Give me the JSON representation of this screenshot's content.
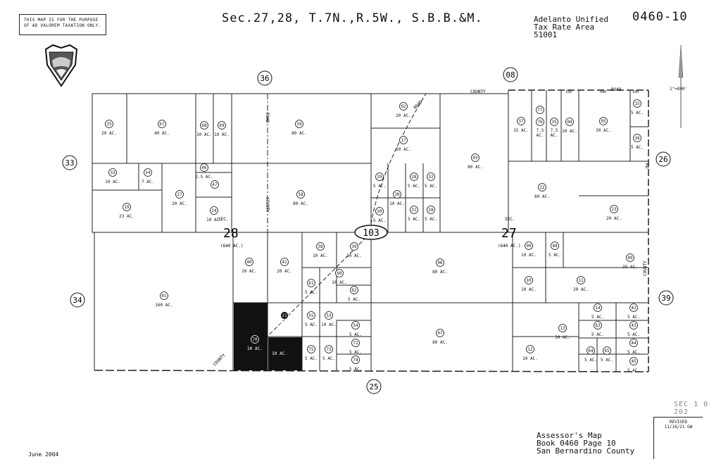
{
  "notice": "THIS MAP IS FOR THE PURPOSE OF AD VALOREM TAXATION ONLY.",
  "title": "Sec.27,28, T.7N.,R.5W., S.B.B.&M.",
  "district": {
    "line1": "Adelanto Unified",
    "line2": "Tax Rate Area",
    "line3": "51001"
  },
  "map_number": "0460-10",
  "date": "June 2004",
  "footer": {
    "line1": "Assessor's Map",
    "line2": "Book 0460 Page 10",
    "line3": "San Bernardino County"
  },
  "stamp": "SEC 1 0 202",
  "revised": {
    "label": "REVISED",
    "date": "11/16/21 GW"
  },
  "scale": "1\"=800'",
  "sections": {
    "s28": "28",
    "s27": "27",
    "sec": "SEC.",
    "acres": "(640 AC.)"
  },
  "adjacent": {
    "n36": "36",
    "n08": "08",
    "n33": "33",
    "n34": "34",
    "n26": "26",
    "n39": "39",
    "n25": "25"
  },
  "route": "103",
  "roads": {
    "county": "COUNTY",
    "road": "ROAD",
    "rd": "RD",
    "n330a": "330",
    "n330b": "330",
    "n990": "990"
  },
  "parcels": [
    {
      "no": "25",
      "acres": "20 AC."
    },
    {
      "no": "67",
      "acres": "40 AC."
    },
    {
      "no": "68",
      "acres": "10 AC."
    },
    {
      "no": "69",
      "acres": "10 AC."
    },
    {
      "no": "59",
      "acres": "80 AC."
    },
    {
      "no": "33",
      "acres": "10 AC."
    },
    {
      "no": "34",
      "acres": "7 AC."
    },
    {
      "no": "46",
      "acres": "2.5 AC."
    },
    {
      "no": "47",
      "acres": ""
    },
    {
      "no": "27",
      "acres": "20 AC."
    },
    {
      "no": "19",
      "acres": "23 AC."
    },
    {
      "no": "24",
      "acres": "10 AC."
    },
    {
      "no": "58",
      "acres": "80 AC."
    },
    {
      "no": "02",
      "acres": "20 AC."
    },
    {
      "no": "17",
      "acres": "20 AC."
    },
    {
      "no": "03",
      "acres": "80 AC."
    },
    {
      "no": "37",
      "acres": "15 AC."
    },
    {
      "no": "77",
      "acres": ""
    },
    {
      "no": "76",
      "acres": "7.5 AC."
    },
    {
      "no": "35",
      "acres": "7.5 AC."
    },
    {
      "no": "04",
      "acres": "10 AC."
    },
    {
      "no": "05",
      "acres": "30 AC."
    },
    {
      "no": "15",
      "acres": "5 AC."
    },
    {
      "no": "16",
      "acres": "5 AC."
    },
    {
      "no": "29",
      "acres": "5 AC."
    },
    {
      "no": "30",
      "acres": "10 AC."
    },
    {
      "no": "28",
      "acres": "5 AC."
    },
    {
      "no": "32",
      "acres": "5 AC."
    },
    {
      "no": "20",
      "acres": "5 AC."
    },
    {
      "no": "31",
      "acres": "5 AC."
    },
    {
      "no": "18",
      "acres": "5 AC."
    },
    {
      "no": "22",
      "acres": "60 AC."
    },
    {
      "no": "23",
      "acres": "20 AC."
    },
    {
      "no": "40",
      "acres": "20 AC."
    },
    {
      "no": "41",
      "acres": "20 AC."
    },
    {
      "no": "38",
      "acres": "10 AC."
    },
    {
      "no": "39",
      "acres": "10 AC."
    },
    {
      "no": "60",
      "acres": "10 AC."
    },
    {
      "no": "61",
      "acres": "5 AC."
    },
    {
      "no": "62",
      "acres": "5 AC."
    },
    {
      "no": "01",
      "acres": "160 AC."
    },
    {
      "no": "21",
      "acres": "10 AC."
    },
    {
      "no": "55",
      "acres": "5 AC."
    },
    {
      "no": "53",
      "acres": "10 AC."
    },
    {
      "no": "54",
      "acres": "5 AC."
    },
    {
      "no": "70",
      "acres": "20 AC."
    },
    {
      "no": "72",
      "acres": "5 AC."
    },
    {
      "no": "75",
      "acres": "5 AC."
    },
    {
      "no": "73",
      "acres": "5 AC."
    },
    {
      "no": "74",
      "acres": "5 AC."
    },
    {
      "no": "",
      "acres": "10 AC."
    },
    {
      "no": "06",
      "acres": "80 AC."
    },
    {
      "no": "07",
      "acres": "80 AC."
    },
    {
      "no": "09",
      "acres": "10 AC."
    },
    {
      "no": "48",
      "acres": "5 AC."
    },
    {
      "no": "49",
      "acres": "35 AC."
    },
    {
      "no": "10",
      "acres": "10 AC."
    },
    {
      "no": "11",
      "acres": "20 AC."
    },
    {
      "no": "13",
      "acres": "30 AC."
    },
    {
      "no": "12",
      "acres": "10 AC."
    },
    {
      "no": "14",
      "acres": "5 AC."
    },
    {
      "no": "63",
      "acres": "5 AC."
    },
    {
      "no": "42",
      "acres": "5 AC."
    },
    {
      "no": "43",
      "acres": "5 AC."
    },
    {
      "no": "44",
      "acres": "5 AC."
    },
    {
      "no": "45",
      "acres": "5 AC."
    },
    {
      "no": "64",
      "acres": "5 AC."
    },
    {
      "no": "65",
      "acres": "5 AC."
    }
  ]
}
